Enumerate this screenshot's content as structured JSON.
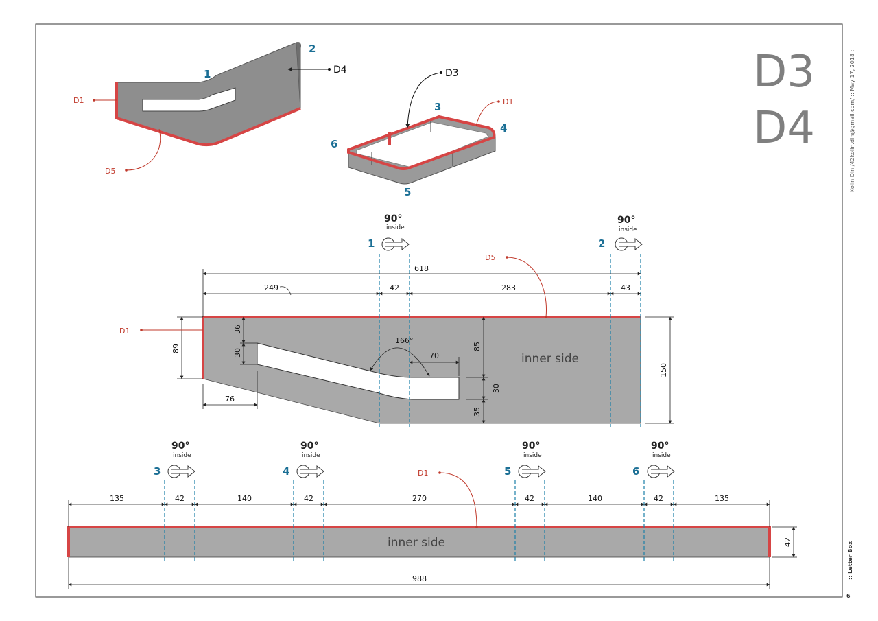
{
  "title": {
    "line1": "D3",
    "line2": "D4"
  },
  "meta": {
    "author": "Kolin Din /42kolin.din@gmail.com/  ::  May 17, 2018  ::",
    "sheet_name": ":: Letter Box",
    "page": "6"
  },
  "iso": {
    "left": {
      "bend1": "1",
      "bend2": "2",
      "edge_d1": "D1",
      "edge_d5": "D5",
      "ref_d4": "D4"
    },
    "right": {
      "bend3": "3",
      "bend4": "4",
      "bend5": "5",
      "bend6": "6",
      "edge_d1": "D1",
      "ref_d3": "D3"
    }
  },
  "top_part": {
    "bends": [
      {
        "number": "1",
        "angle": "90°",
        "direction": "inside"
      },
      {
        "number": "2",
        "angle": "90°",
        "direction": "inside"
      }
    ],
    "dims": {
      "total": "618",
      "d249": "249",
      "d42": "42",
      "d283": "283",
      "d43": "43",
      "d89": "89",
      "d36": "36",
      "d30a": "30",
      "d76": "76",
      "d85": "85",
      "d30b": "30",
      "d35": "35",
      "d150": "150",
      "d70": "70",
      "angle": "166°"
    },
    "labels": {
      "d1": "D1",
      "d5": "D5",
      "inner_side": "inner side"
    }
  },
  "bottom_part": {
    "bends": [
      {
        "number": "3",
        "angle": "90°",
        "direction": "inside"
      },
      {
        "number": "4",
        "angle": "90°",
        "direction": "inside"
      },
      {
        "number": "5",
        "angle": "90°",
        "direction": "inside"
      },
      {
        "number": "6",
        "angle": "90°",
        "direction": "inside"
      }
    ],
    "dims": {
      "segments": [
        "135",
        "42",
        "140",
        "42",
        "270",
        "42",
        "140",
        "42",
        "135"
      ],
      "total": "988",
      "height": "42"
    },
    "labels": {
      "d1": "D1",
      "inner_side": "inner side"
    }
  }
}
